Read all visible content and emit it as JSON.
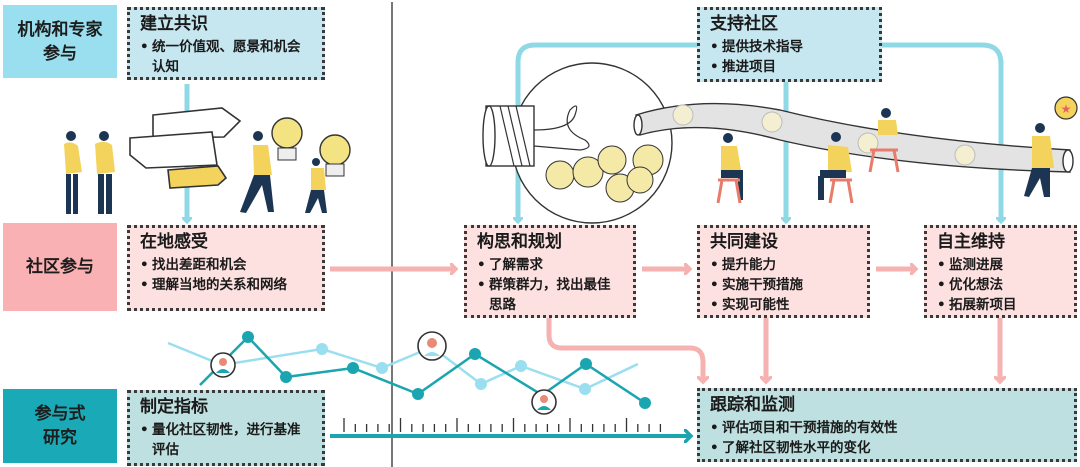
{
  "colors": {
    "institution_label": "#9adfef",
    "community_label": "#f9b1b4",
    "research_label": "#1aaab7",
    "light_blue_arrow": "#8fd8e6",
    "pink_arrow": "#f6b2b0",
    "teal_line": "#1aa5b0",
    "light_line": "#9adfef",
    "figure_yellow": "#f3d35c",
    "figure_navy": "#1c3552"
  },
  "rows": [
    {
      "id": "institution",
      "label_line1": "机构和专家",
      "label_line2": "参与"
    },
    {
      "id": "community",
      "label_line1": "社区参与",
      "label_line2": ""
    },
    {
      "id": "research",
      "label_line1": "参与式",
      "label_line2": "研究"
    }
  ],
  "boxes": {
    "consensus": {
      "title": "建立共识",
      "bullets": [
        "统一价值观、愿景和机会认知"
      ]
    },
    "support": {
      "title": "支持社区",
      "bullets": [
        "提供技术指导",
        "推进项目"
      ]
    },
    "local": {
      "title": "在地感受",
      "bullets": [
        "找出差距和机会",
        "理解当地的关系和网络"
      ]
    },
    "planning": {
      "title": "构思和规划",
      "bullets": [
        "了解需求",
        "群策群力，找出最佳思路"
      ]
    },
    "cobuild": {
      "title": "共同建设",
      "bullets": [
        "提升能力",
        "实施干预措施",
        "实现可能性"
      ]
    },
    "maintain": {
      "title": "自主维持",
      "bullets": [
        "监测进展",
        "优化想法",
        "拓展新项目"
      ]
    },
    "indicators": {
      "title": "制定指标",
      "bullets": [
        "量化社区韧性，进行基准评估"
      ]
    },
    "tracking": {
      "title": "跟踪和监测",
      "bullets": [
        "评估项目和干预措施的有效性",
        "了解社区韧性水平的变化"
      ]
    }
  },
  "illustrations": {
    "signpost": "signpost-icon",
    "people_thinking": "people-icon",
    "carrying_lightbulbs": "lightbulb-icon",
    "big_lightbulb": "lightbulb-icon",
    "pipe": "pipe-icon",
    "star_lightbulb": "star-lightbulb-icon",
    "trend_lines": "line-chart-icon",
    "timeline": "timeline-arrow-icon"
  }
}
